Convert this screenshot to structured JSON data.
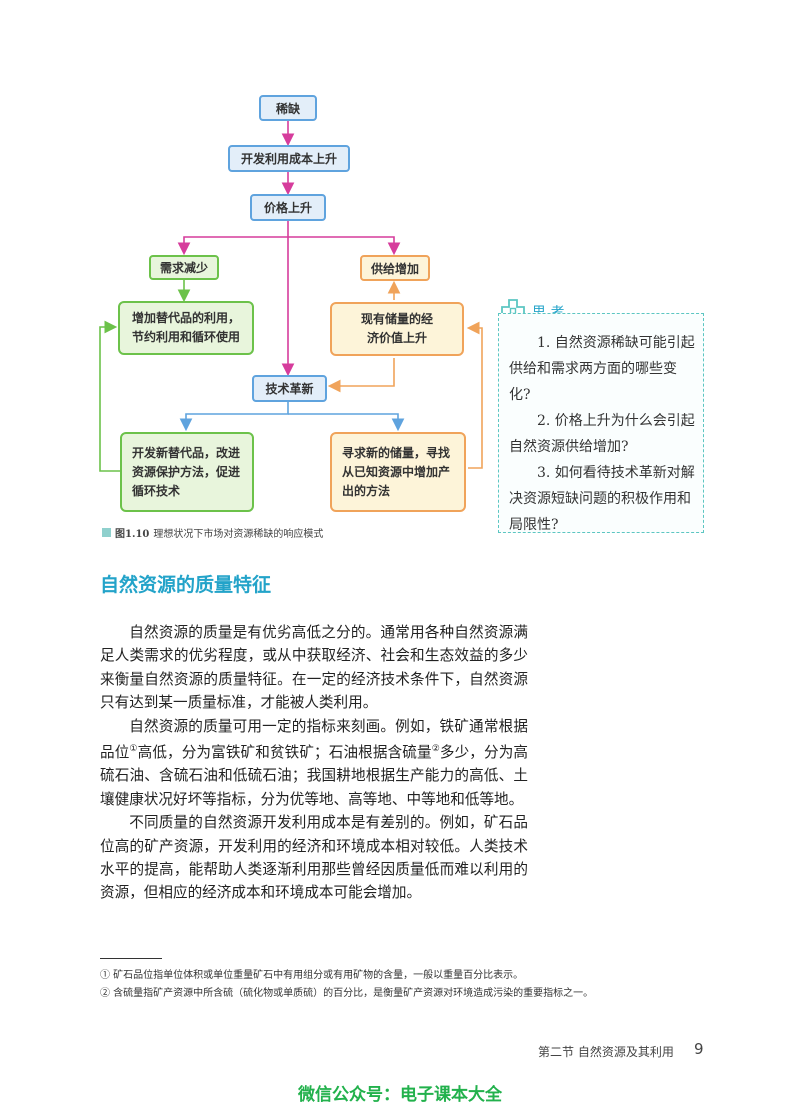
{
  "diagram": {
    "scarcity": "稀缺",
    "cost_rise": "开发利用成本上升",
    "price_rise": "价格上升",
    "demand_down": "需求减少",
    "supply_up": "供给增加",
    "substitute_use": "增加替代品的利用，节约利用和循环使用",
    "reserve_value": "现有储量的经济价值上升",
    "tech_innovation": "技术革新",
    "develop_substitute": "开发新替代品，改进资源保护方法，促进循环技术",
    "new_reserves": "寻求新的储量，寻找从已知资源中增加产出的方法"
  },
  "figure_caption": {
    "number": "图1.10",
    "text": "理想状况下市场对资源稀缺的响应模式"
  },
  "think_box": {
    "label": "思  考",
    "q1": "1. 自然资源稀缺可能引起供给和需求两方面的哪些变化?",
    "q2": "2. 价格上升为什么会引起自然资源供给增加?",
    "q3": "3. 如何看待技术革新对解决资源短缺问题的积极作用和局限性?"
  },
  "section_title": "自然资源的质量特征",
  "paragraphs": {
    "p1": "自然资源的质量是有优劣高低之分的。通常用各种自然资源满足人类需求的优劣程度，或从中获取经济、社会和生态效益的多少来衡量自然资源的质量特征。在一定的经济技术条件下，自然资源只有达到某一质量标准，才能被人类利用。",
    "p2_a": "自然资源的质量可用一定的指标来刻画。例如，铁矿通常根据品位",
    "p2_b": "高低，分为富铁矿和贫铁矿；石油根据含硫量",
    "p2_c": "多少，分为高硫石油、含硫石油和低硫石油；我国耕地根据生产能力的高低、土壤健康状况好坏等指标，分为优等地、高等地、中等地和低等地。",
    "p3": "不同质量的自然资源开发利用成本是有差别的。例如，矿石品位高的矿产资源，开发利用的经济和环境成本相对较低。人类技术水平的提高，能帮助人类逐渐利用那些曾经因质量低而难以利用的资源，但相应的经济成本和环境成本可能会增加。",
    "mark1": "①",
    "mark2": "②"
  },
  "footnotes": {
    "f1": "① 矿石品位指单位体积或单位重量矿石中有用组分或有用矿物的含量，一般以重量百分比表示。",
    "f2": "② 含硫量指矿产资源中所含硫（硫化物或单质硫）的百分比，是衡量矿产资源对环境造成污染的重要指标之一。"
  },
  "page_footer": {
    "section": "第二节  自然资源及其利用",
    "page_number": "9"
  },
  "watermark": "微信公众号：电子课本大全",
  "colors": {
    "blue_border": "#5fa3de",
    "pink_arrow": "#d63c9c",
    "green": "#6cc24a",
    "orange": "#f0a35a",
    "teal": "#23a3c9",
    "watermark_green": "#22b14c"
  }
}
